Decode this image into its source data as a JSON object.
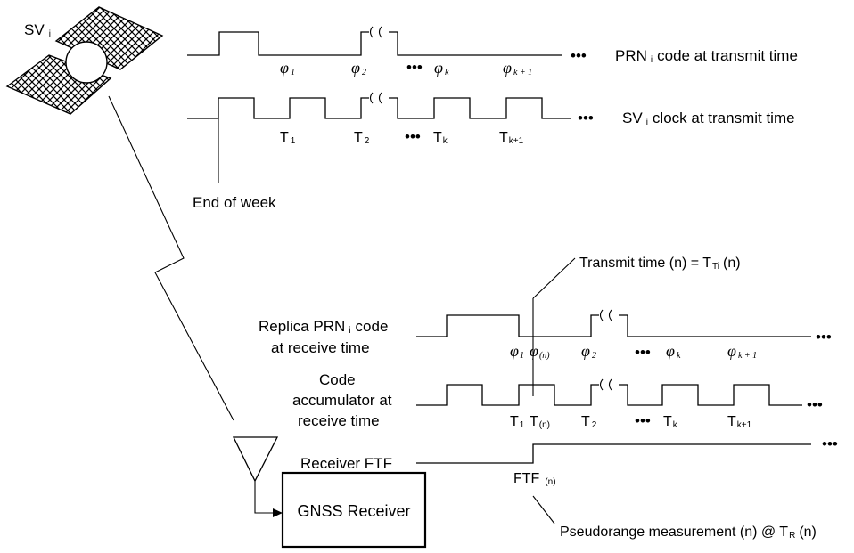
{
  "satellite": {
    "label": "SV",
    "sub": "i"
  },
  "prn_transmit": {
    "label_main": "PRN",
    "label_sub": "i",
    "label_rest": "code at transmit time",
    "phases": [
      {
        "sym": "φ",
        "sub": "1"
      },
      {
        "sym": "φ",
        "sub": "2"
      },
      {
        "sym": "φ",
        "sub": "k"
      },
      {
        "sym": "φ",
        "sub": "k + 1"
      }
    ],
    "dots": "•••"
  },
  "sv_clock": {
    "label_main": "SV",
    "label_sub": "i",
    "label_rest": "clock at transmit time",
    "ticks": [
      {
        "sym": "T",
        "sub": "1"
      },
      {
        "sym": "T",
        "sub": "2"
      },
      {
        "sym": "T",
        "sub": "k"
      },
      {
        "sym": "T",
        "sub": "k+1"
      }
    ],
    "dots": "•••"
  },
  "end_of_week": "End of week",
  "transmit_time": {
    "text": "Transmit time (n) = T",
    "sub": "Ti",
    "tail": "(n)"
  },
  "replica": {
    "label_line1_main": "Replica PRN",
    "label_line1_sub": "i",
    "label_line1_rest": "code",
    "label_line2": "at receive time",
    "phases": [
      {
        "sym": "φ",
        "sub": "1"
      },
      {
        "sym": "φ",
        "sub": "(n)"
      },
      {
        "sym": "φ",
        "sub": "2"
      },
      {
        "sym": "φ",
        "sub": "k"
      },
      {
        "sym": "φ",
        "sub": "k + 1"
      }
    ],
    "dots": "•••"
  },
  "accumulator": {
    "label_line1": "Code",
    "label_line2": "accumulator at",
    "label_line3": "receive time",
    "ticks": [
      {
        "sym": "T",
        "sub": "1"
      },
      {
        "sym": "T",
        "sub": "(n)"
      },
      {
        "sym": "T",
        "sub": "2"
      },
      {
        "sym": "T",
        "sub": "k"
      },
      {
        "sym": "T",
        "sub": "k+1"
      }
    ],
    "dots": "•••"
  },
  "receiver_ftf": {
    "label": "Receiver FTF",
    "mark": "FTF",
    "mark_sub": "(n)"
  },
  "pseudorange": {
    "text": "Pseudorange measurement (n) @  T",
    "sub": "R",
    "tail": "(n)"
  },
  "receiver_box": {
    "label": "GNSS Receiver"
  }
}
